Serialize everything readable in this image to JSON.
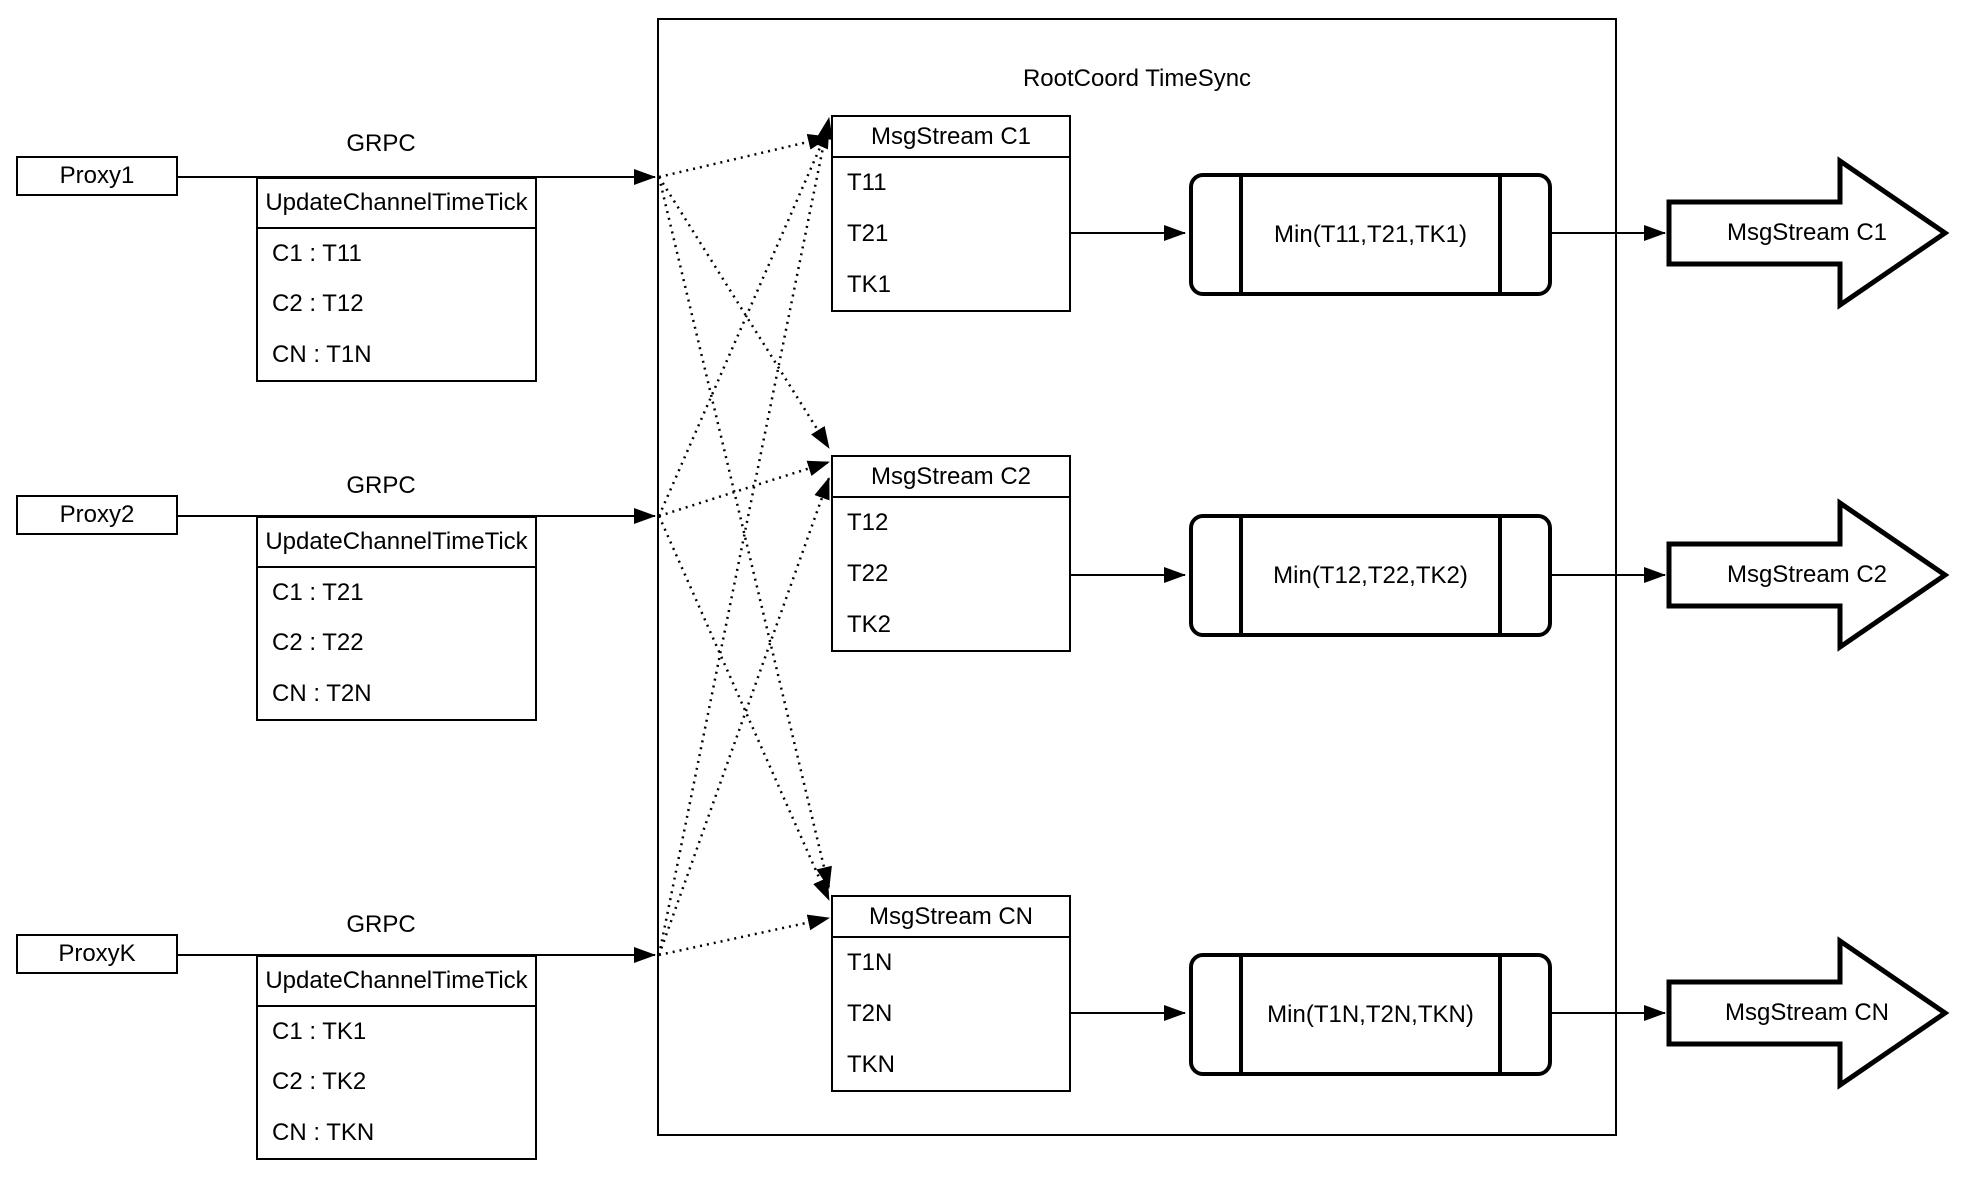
{
  "diagram": {
    "title": "RootCoord TimeSync",
    "colors": {
      "line": "#000000",
      "background": "#ffffff"
    }
  },
  "proxies": [
    {
      "label": "Proxy1",
      "protocol": "GRPC",
      "table": {
        "header": "UpdateChannelTimeTick",
        "rows": [
          "C1 :  T11",
          "C2 :  T12",
          "CN : T1N"
        ]
      }
    },
    {
      "label": "Proxy2",
      "protocol": "GRPC",
      "table": {
        "header": "UpdateChannelTimeTick",
        "rows": [
          "C1 :  T21",
          "C2 :  T22",
          "CN : T2N"
        ]
      }
    },
    {
      "label": "ProxyK",
      "protocol": "GRPC",
      "table": {
        "header": "UpdateChannelTimeTick",
        "rows": [
          "C1 :  TK1",
          "C2 :  TK2",
          "CN : TKN"
        ]
      }
    }
  ],
  "streams": [
    {
      "header": "MsgStream C1",
      "rows": [
        "T11",
        "T21",
        "TK1"
      ],
      "min_label": "Min(T11,T21,TK1)",
      "output_label": "MsgStream C1"
    },
    {
      "header": "MsgStream C2",
      "rows": [
        "T12",
        "T22",
        "TK2"
      ],
      "min_label": "Min(T12,T22,TK2)",
      "output_label": "MsgStream C2"
    },
    {
      "header": "MsgStream CN",
      "rows": [
        "T1N",
        "T2N",
        "TKN"
      ],
      "min_label": "Min(T1N,T2N,TKN)",
      "output_label": "MsgStream CN"
    }
  ]
}
